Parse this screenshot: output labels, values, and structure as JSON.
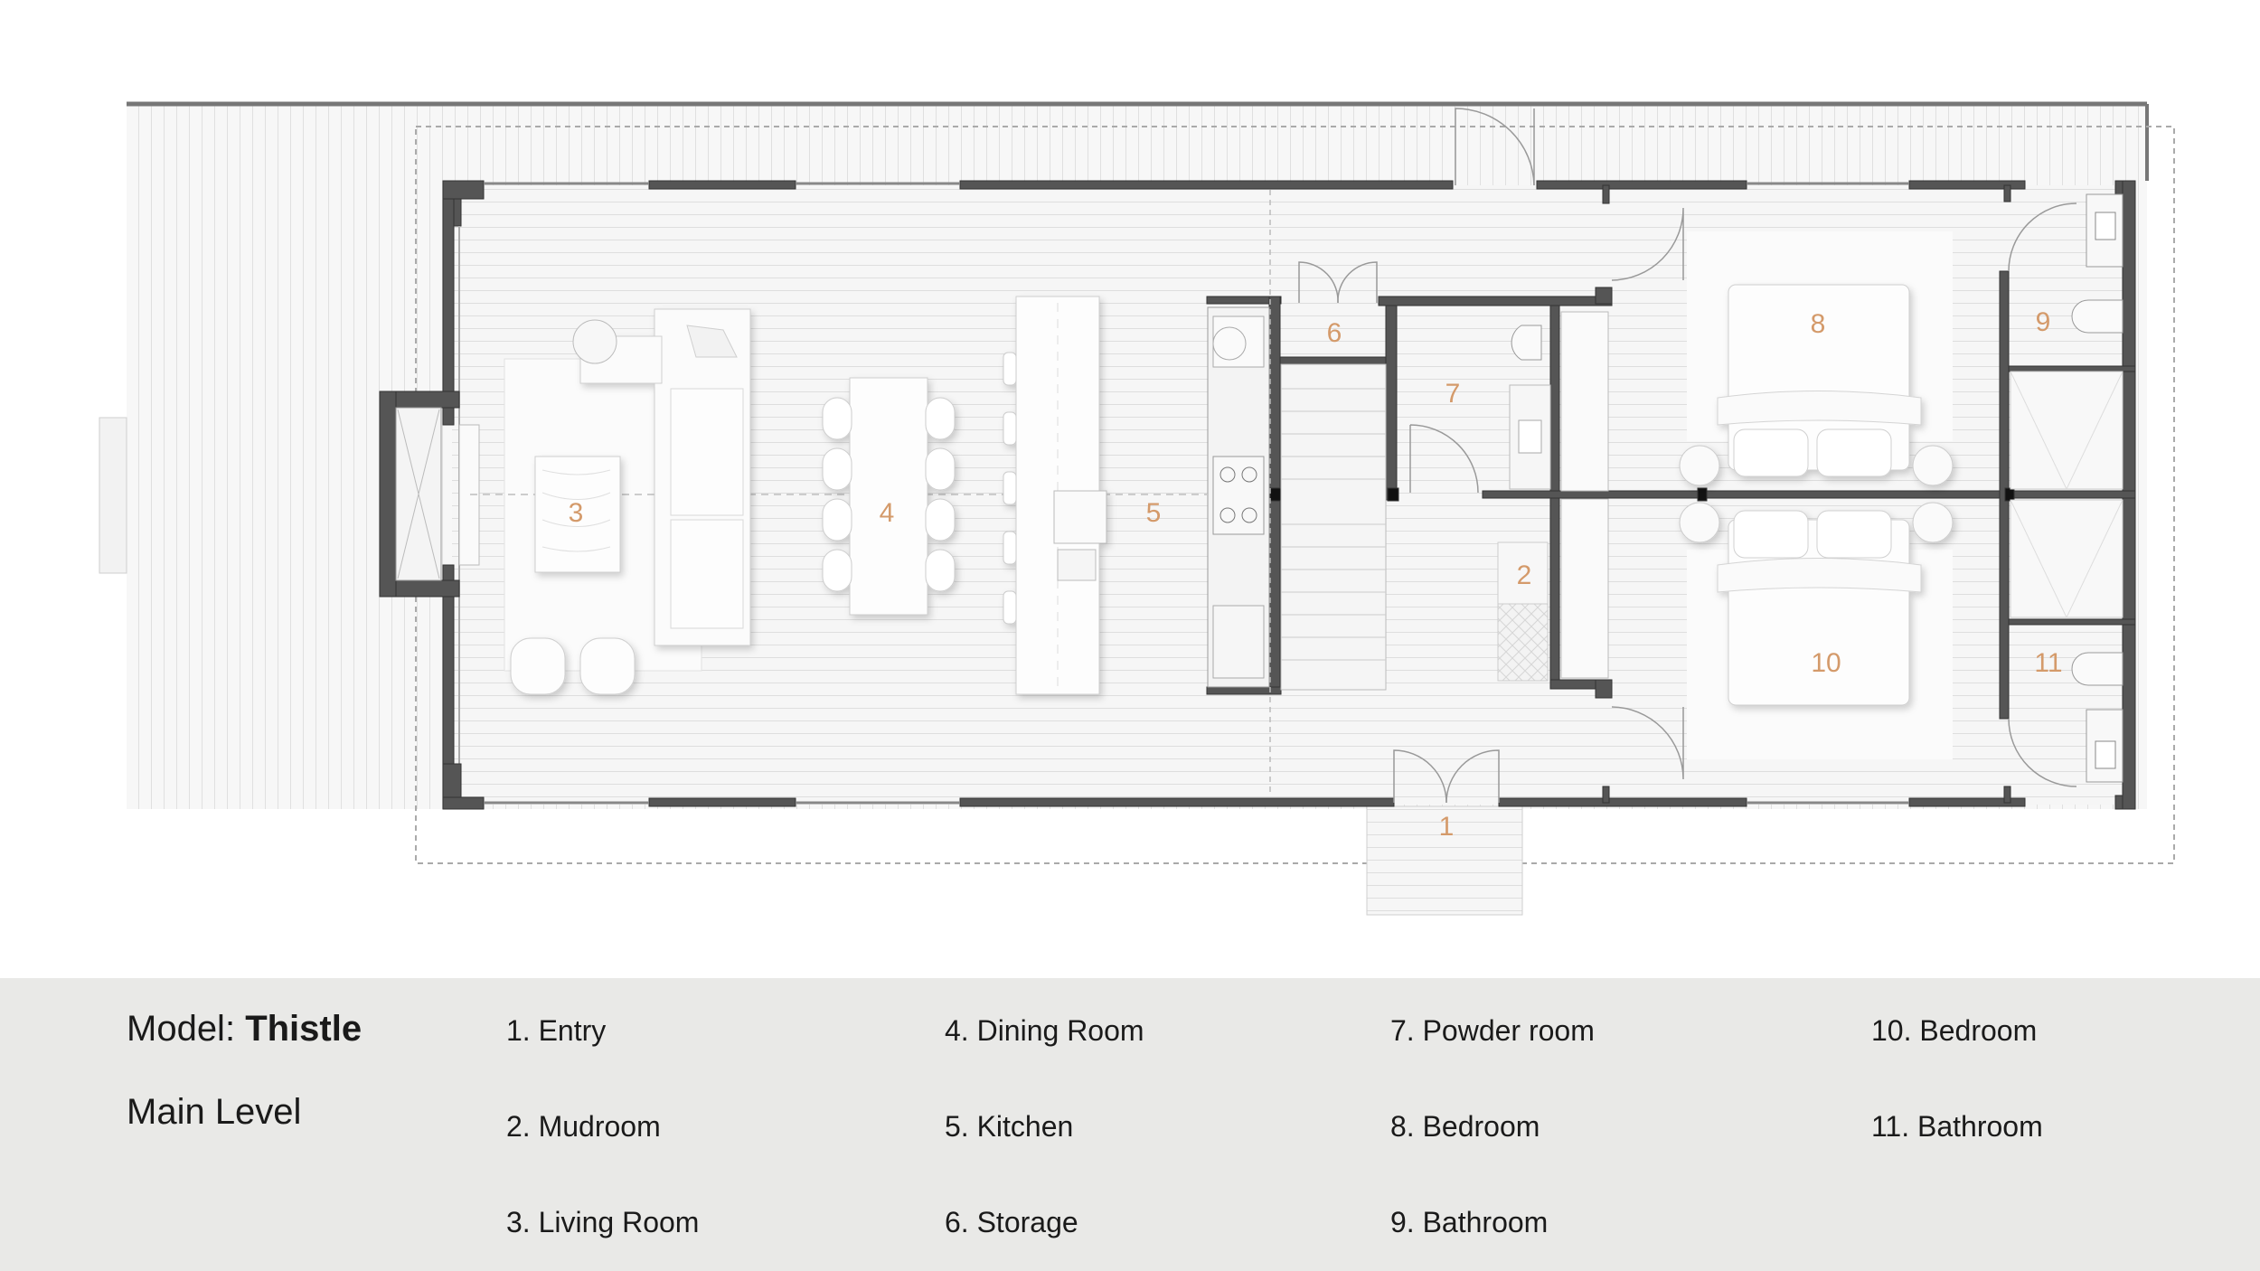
{
  "plan": {
    "room_numbers": [
      "1",
      "2",
      "3",
      "4",
      "5",
      "6",
      "7",
      "8",
      "9",
      "10",
      "11"
    ]
  },
  "legend": {
    "model_prefix": "Model:",
    "model_name": "Thistle",
    "level": "Main Level",
    "items": [
      "1. Entry",
      "2. Mudroom",
      "3. Living Room",
      "4. Dining Room",
      "5. Kitchen",
      "6. Storage",
      "7. Powder room",
      "8. Bedroom",
      "9. Bathroom",
      "10. Bedroom",
      "11. Bathroom"
    ]
  },
  "colors": {
    "wall": "#555555",
    "floor": "#f4f4f4",
    "room_number": "#d49a6a",
    "legend_background": "#e9e9e7"
  }
}
